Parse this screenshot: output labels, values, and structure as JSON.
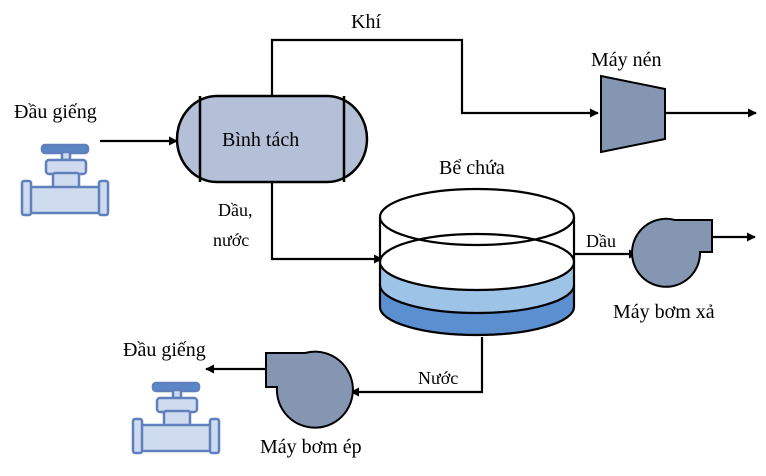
{
  "labels": {
    "wellhead_in": "Đầu giếng",
    "separator": "Bình tách",
    "gas": "Khí",
    "compressor": "Máy nén",
    "oil_water_1": "Dầu,",
    "oil_water_2": "nước",
    "tank": "Bể chứa",
    "oil": "Dầu",
    "discharge_pump": "Máy bơm xả",
    "water": "Nước",
    "injection_pump": "Máy bơm ép",
    "wellhead_out": "Đầu giếng"
  },
  "colors": {
    "equipment_fill": "#8596b3",
    "separator_fill": "#b4c0d8",
    "well_fill": "#cfdcef",
    "well_stroke": "#5f7fbd",
    "well_handle": "#5b87c5",
    "tank_light": "#9dc3e6",
    "tank_dark": "#5b8fd0",
    "line": "#000000"
  }
}
